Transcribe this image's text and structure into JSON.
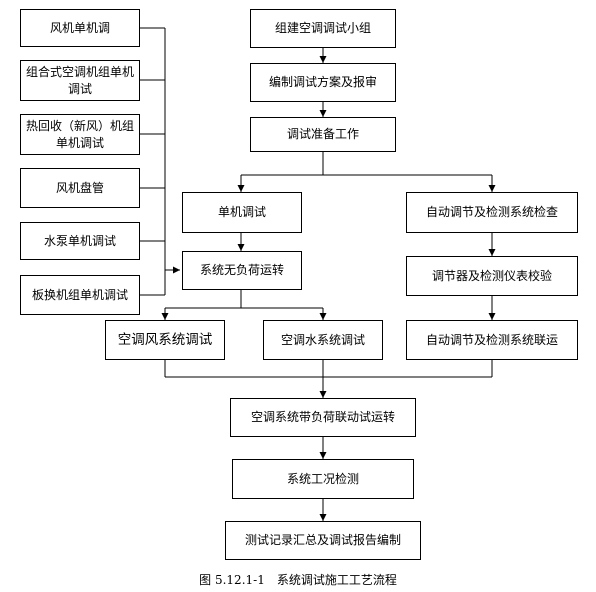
{
  "left_column": [
    "风机单机调",
    "组合式空调机组单机调试",
    "热回收（新风）机组单机调试",
    "风机盘管",
    "水泵单机调试",
    "板换机组单机调试"
  ],
  "main_steps": {
    "step1": "组建空调调试小组",
    "step2": "编制调试方案及报审",
    "step3": "调试准备工作"
  },
  "left_branch": {
    "single_test": "单机调试",
    "no_load": "系统无负荷运转",
    "air_system": "空调风系统调试",
    "water_system": "空调水系统调试"
  },
  "right_branch": {
    "auto_check": "自动调节及检测系统检查",
    "calibrate": "调节器及检测仪表校验",
    "joint_run": "自动调节及检测系统联运"
  },
  "merged_steps": {
    "load_run": "空调系统带负荷联动试运转",
    "condition_test": "系统工况检测",
    "report": "测试记录汇总及调试报告编制"
  },
  "caption": "图 5.12.1-1　系统调试施工工艺流程"
}
